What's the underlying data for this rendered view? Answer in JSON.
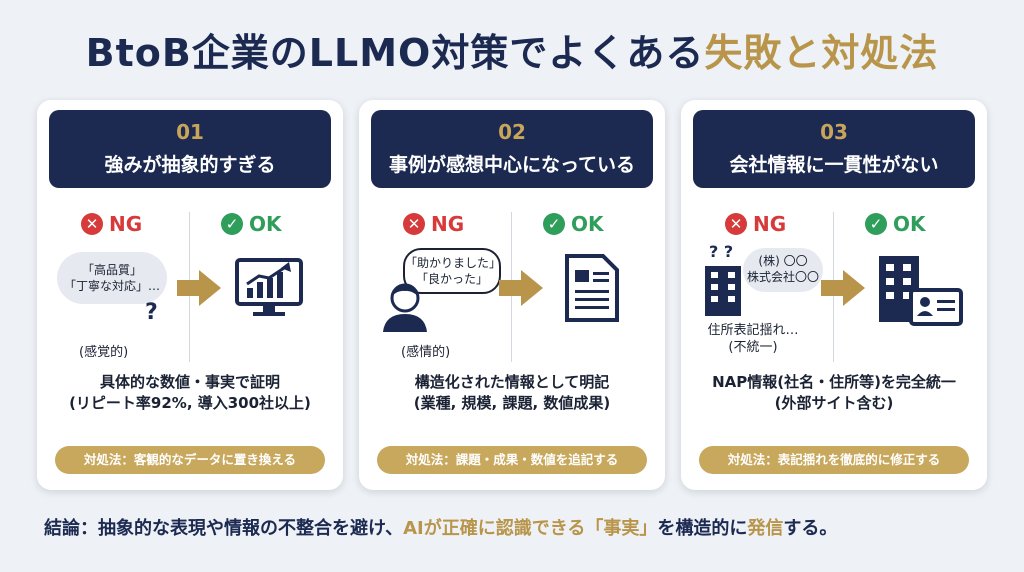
{
  "title": {
    "main": "BtoB企業のLLMO対策でよくある",
    "accent": "失敗と対処法"
  },
  "labels": {
    "ng": "NG",
    "ok": "OK"
  },
  "cards": [
    {
      "num": "01",
      "title": "強みが抽象的すぎる",
      "ng_bubble": [
        "「高品質」",
        "「丁寧な対応」…"
      ],
      "ng_note": "(感覚的)",
      "ok_icon": "chart-monitor-icon",
      "fix": [
        "具体的な数値・事実で証明",
        "(リピート率92%, 導入300社以上)"
      ],
      "action": "対処法：客観的なデータに置き換える"
    },
    {
      "num": "02",
      "title": "事例が感想中心になっている",
      "ng_bubble": [
        "「助かりました」",
        "「良かった」"
      ],
      "ng_note": "(感情的)",
      "ok_icon": "document-icon",
      "fix": [
        "構造化された情報として明記",
        "(業種, 規模, 課題, 数値成果)"
      ],
      "action": "対処法：課題・成果・数値を追記する"
    },
    {
      "num": "03",
      "title": "会社情報に一貫性がない",
      "ng_bubble": [
        "(株) 〇〇",
        "株式会社〇〇"
      ],
      "ng_note": [
        "住所表記揺れ…",
        "(不統一)"
      ],
      "ok_icon": "building-idcard-icon",
      "fix": [
        "NAP情報(社名・住所等)を完全統一",
        "(外部サイト含む)"
      ],
      "action": "対処法：表記揺れを徹底的に修正する"
    }
  ],
  "conclusion": {
    "part1": "結論：抽象的な表現や情報の不整合を避け、",
    "part2": "AIが正確に認識できる「事実」",
    "part3": "を構造的に",
    "part4": "発信",
    "part5": "する。"
  },
  "colors": {
    "navy": "#1c2a52",
    "gold": "#b8954a",
    "ng": "#d63a3a",
    "ok": "#2f9e5b"
  }
}
